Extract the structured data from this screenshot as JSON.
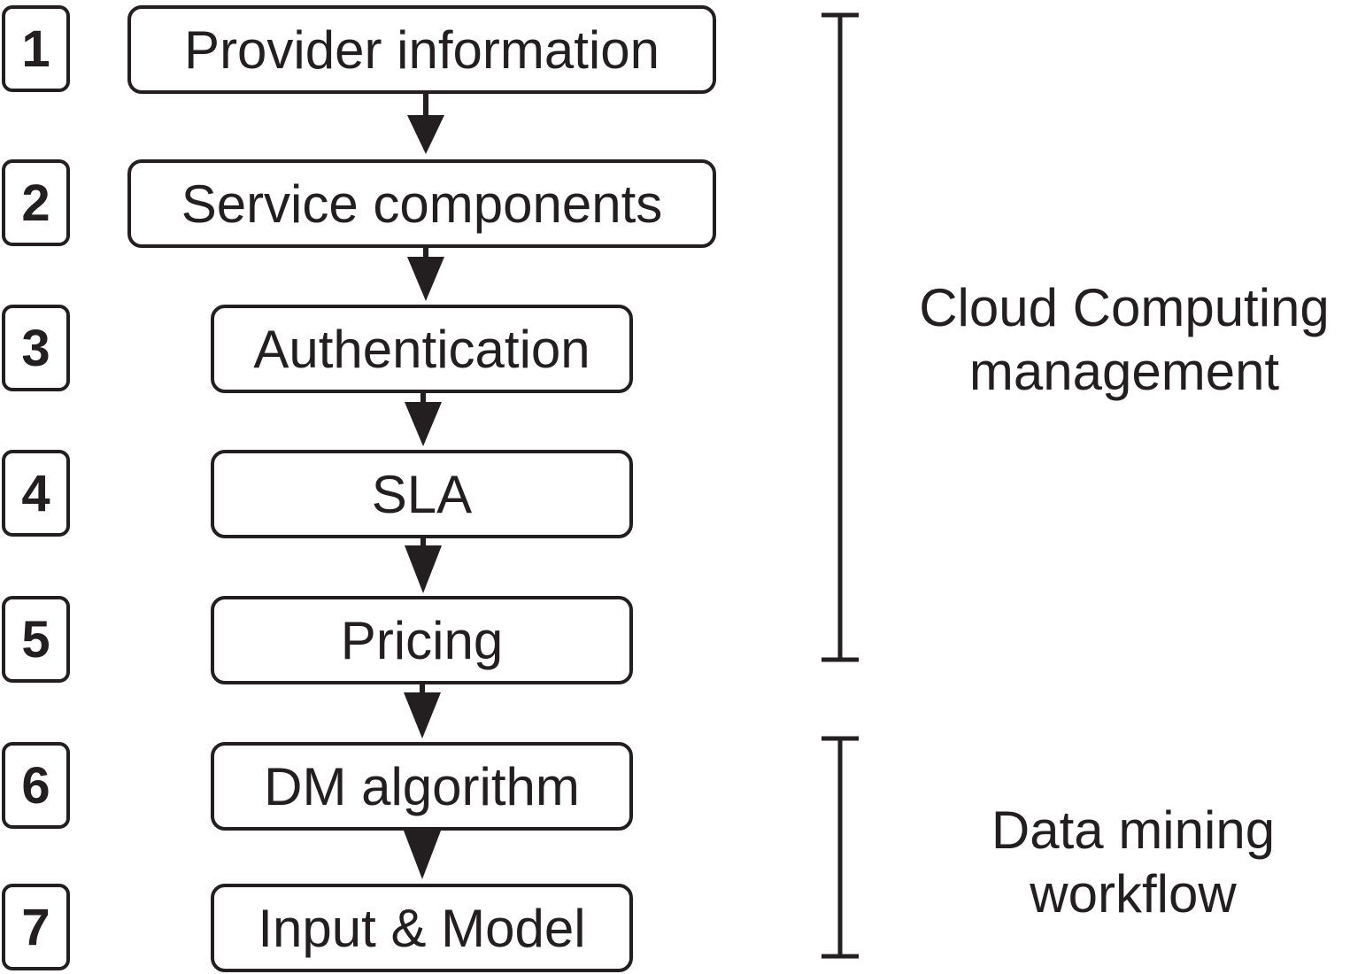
{
  "steps": [
    {
      "number": "1",
      "label": "Provider information"
    },
    {
      "number": "2",
      "label": "Service components"
    },
    {
      "number": "3",
      "label": "Authentication"
    },
    {
      "number": "4",
      "label": "SLA"
    },
    {
      "number": "5",
      "label": "Pricing"
    },
    {
      "number": "6",
      "label": "DM algorithm"
    },
    {
      "number": "7",
      "label": "Input & Model"
    }
  ],
  "groups": [
    {
      "line1": "Cloud Computing",
      "line2": "management"
    },
    {
      "line1": "Data mining",
      "line2": "workflow"
    }
  ],
  "colors": {
    "ink": "#231f20",
    "background": "#ffffff"
  }
}
